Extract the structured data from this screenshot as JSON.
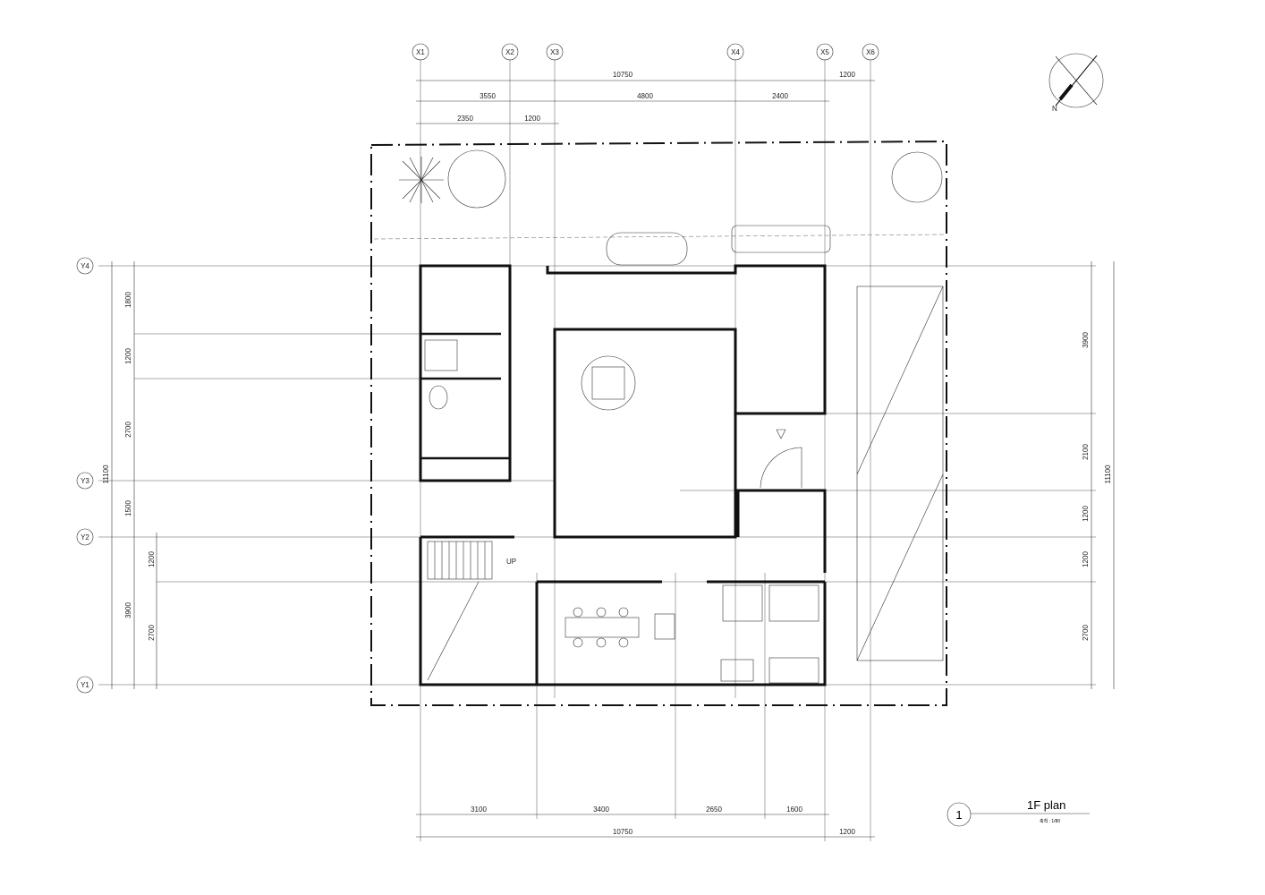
{
  "grid": {
    "x": [
      "X1",
      "X2",
      "X3",
      "X4",
      "X5",
      "X6"
    ],
    "y": [
      "Y4",
      "Y3",
      "Y2",
      "Y1"
    ]
  },
  "dimensions": {
    "top_overall": [
      "10750",
      "1200"
    ],
    "top_row2": [
      "3550",
      "4800",
      "2400"
    ],
    "top_row3": [
      "2350",
      "1200"
    ],
    "left_overall": "11100",
    "left_row1": [
      "1800",
      "1200",
      "2700",
      "1500",
      "3900"
    ],
    "left_row2": [
      "1200",
      "2700"
    ],
    "right_row1": [
      "3900",
      "2100",
      "1200",
      "1200",
      "2700"
    ],
    "right_overall": "11100",
    "bottom_row1": [
      "3100",
      "3400",
      "2650",
      "1600"
    ],
    "bottom_overall": [
      "10750",
      "1200"
    ]
  },
  "title_block": {
    "number": "1",
    "title": "1F plan",
    "scale": "축척 : 1/80"
  },
  "annotations": {
    "stair_up": "UP"
  },
  "north_arrow": {
    "icon": "north-arrow-icon",
    "label": "N"
  }
}
